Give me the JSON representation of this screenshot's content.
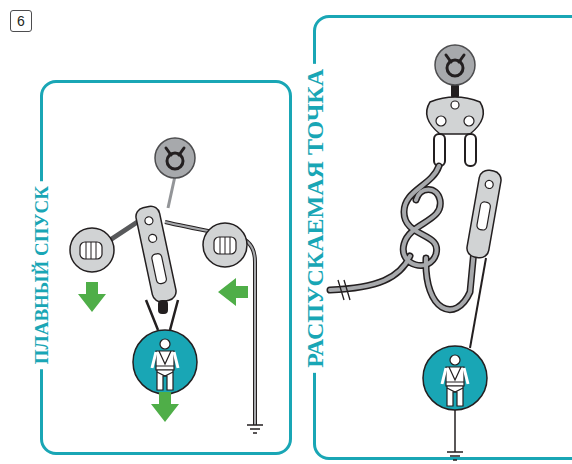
{
  "diagram": {
    "nodes": [
      {
        "text": [
          "6"
        ]
      },
      {
        "text": [
          "ПЛАВНЫЙ СПУСК"
        ]
      },
      {
        "text": [
          "РАСПУСКАЕМАЯ ТОЧКА"
        ]
      }
    ]
  }
}
